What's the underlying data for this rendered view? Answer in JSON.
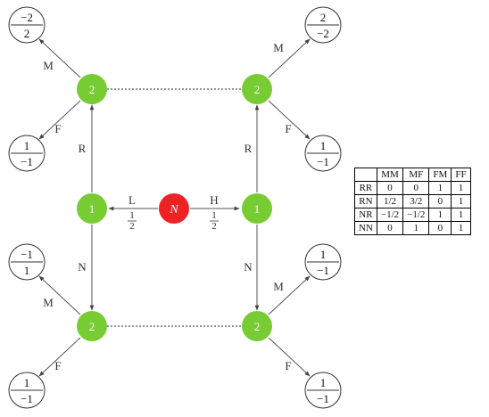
{
  "diagram": {
    "nature_node": "N",
    "player_nodes": {
      "left_mid": "1",
      "right_mid": "1",
      "left_top": "2",
      "right_top": "2",
      "left_bottom": "2",
      "right_bottom": "2"
    },
    "edges": {
      "nature_left_label": "L",
      "nature_left_prob": "1/2",
      "nature_right_label": "H",
      "nature_right_prob": "1/2",
      "left_up": "R",
      "right_up": "R",
      "left_down": "N",
      "right_down": "N",
      "lt_m": "M",
      "lt_f": "F",
      "rt_m": "M",
      "rt_f": "F",
      "lb_m": "M",
      "lb_f": "F",
      "rb_m": "M",
      "rb_f": "F"
    },
    "payoffs": {
      "lt_m": {
        "top": "−2",
        "bottom": "2"
      },
      "lt_f": {
        "top": "1",
        "bottom": "−1"
      },
      "rt_m": {
        "top": "2",
        "bottom": "−2"
      },
      "rt_f": {
        "top": "1",
        "bottom": "−1"
      },
      "lb_m": {
        "top": "−1",
        "bottom": "1"
      },
      "lb_f": {
        "top": "1",
        "bottom": "−1"
      },
      "rb_m": {
        "top": "1",
        "bottom": "−1"
      },
      "rb_f": {
        "top": "1",
        "bottom": "−1"
      }
    }
  },
  "table": {
    "headers": [
      "",
      "MM",
      "MF",
      "FM",
      "FF"
    ],
    "rows": [
      [
        "RR",
        "0",
        "0",
        "1",
        "1"
      ],
      [
        "RN",
        "1/2",
        "3/2",
        "0",
        "1"
      ],
      [
        "NR",
        "−1/2",
        "−1/2",
        "1",
        "1"
      ],
      [
        "NN",
        "0",
        "1",
        "0",
        "1"
      ]
    ]
  },
  "colors": {
    "nature": "#ee2222",
    "player": "#77cc33",
    "edge": "#555555"
  }
}
